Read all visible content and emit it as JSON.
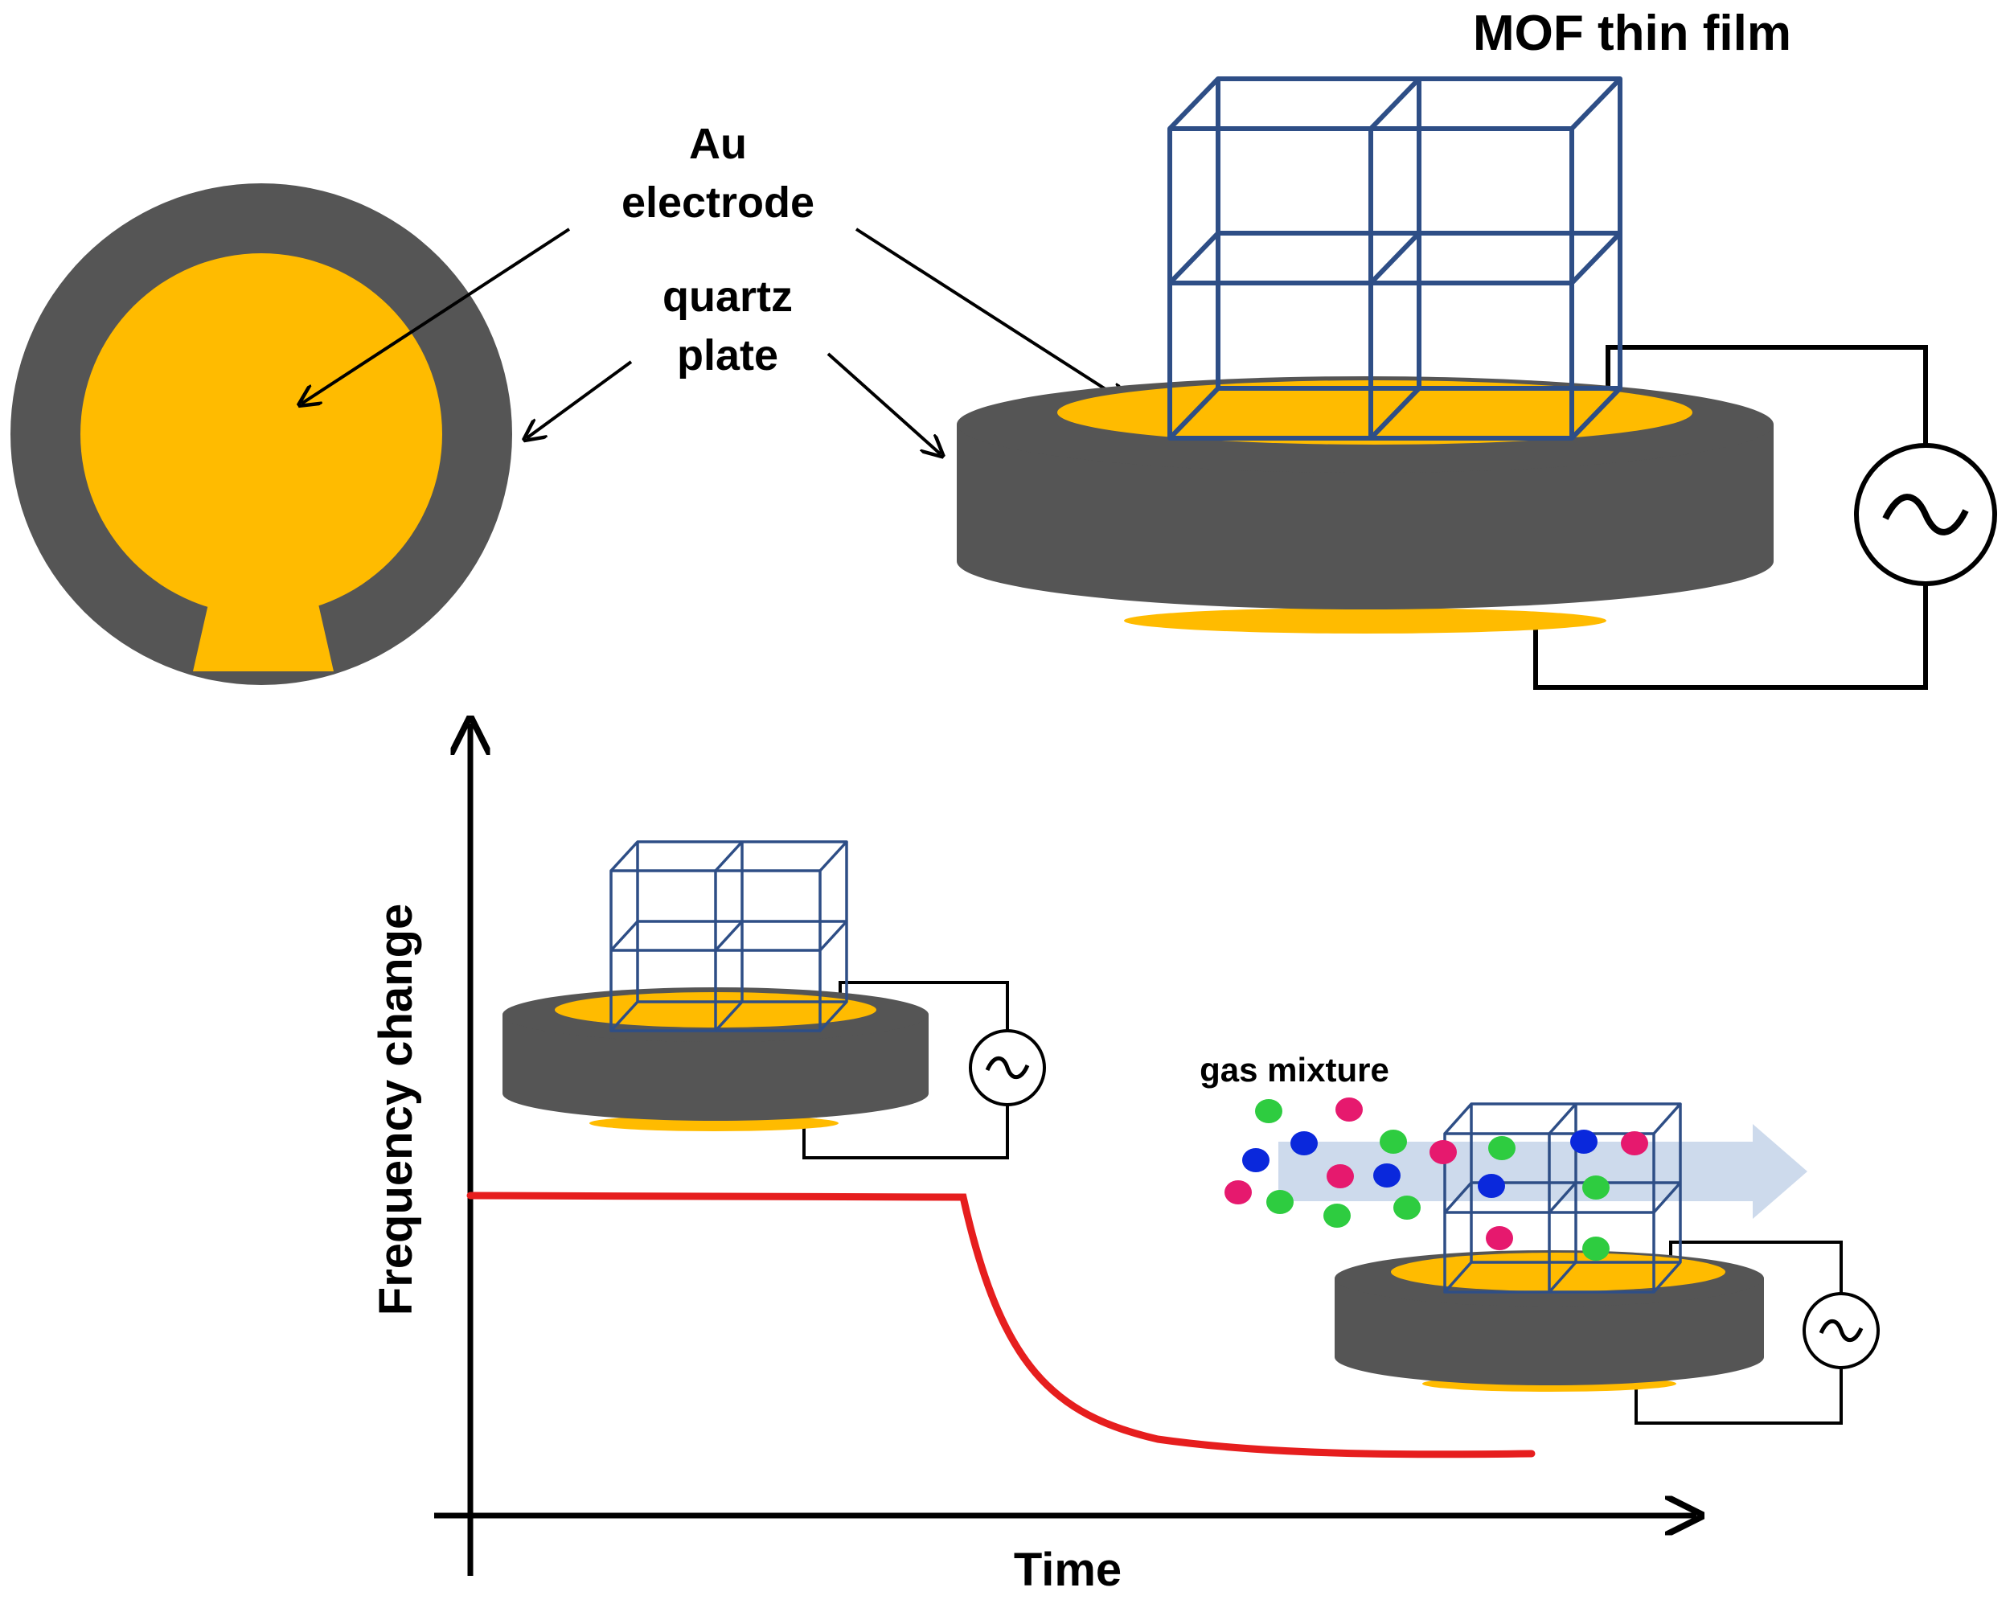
{
  "labels": {
    "au_line1": "Au",
    "au_line2": "electrode",
    "quartz_line1": "quartz",
    "quartz_line2": "plate",
    "mof": "MOF thin film",
    "gas": "gas mixture",
    "y_axis": "Frequency change",
    "x_axis": "Time"
  },
  "colors": {
    "quartz": "#555555",
    "gold": "#ffbb00",
    "mof_frame": "#2e4e86",
    "curve": "#e61e1e",
    "gas_arrow": "#c8d6ea",
    "molecule_green": "#2ecc40",
    "molecule_pink": "#e6196e",
    "molecule_blue": "#0a28dc"
  },
  "icons": {
    "ac_source": "ac-source-icon"
  }
}
